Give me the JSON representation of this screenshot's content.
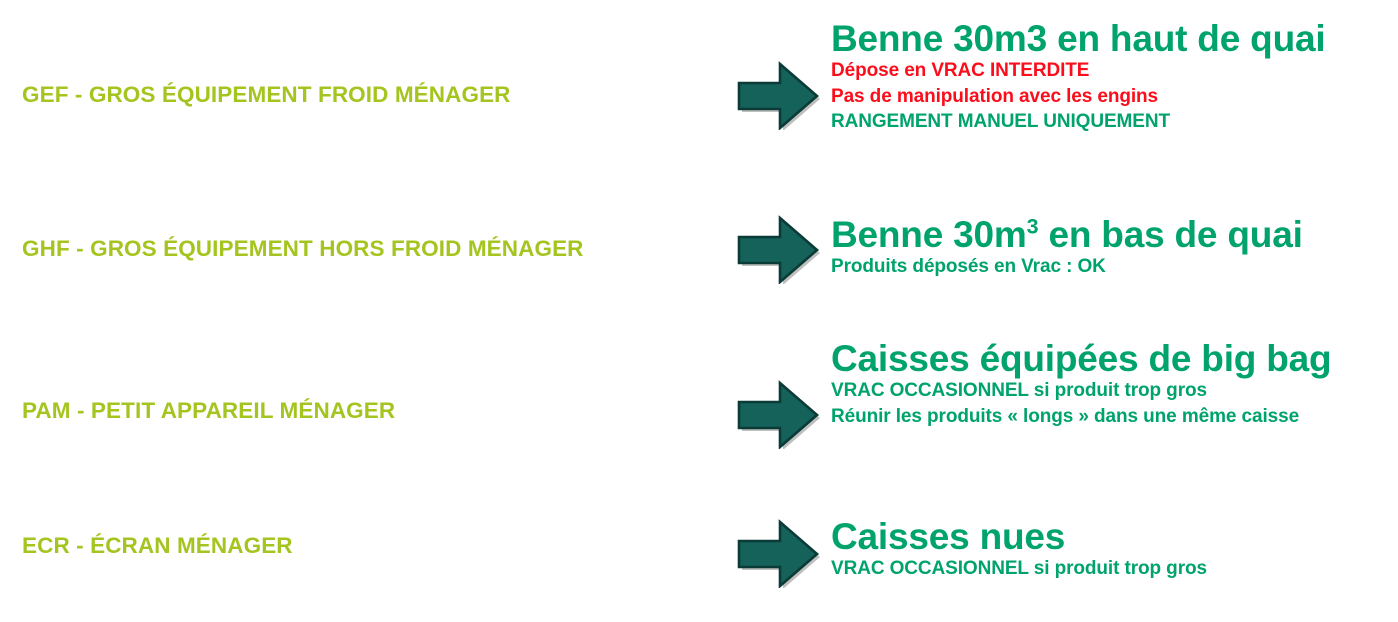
{
  "colors": {
    "category_green": "#A4C520",
    "destination_green": "#00A36C",
    "warning_red": "#FC0D1B",
    "arrow_fill": "#15625B",
    "arrow_outline": "#0B3B36",
    "background": "#FFFFFF"
  },
  "arrow_icon_name": "right-arrow-icon",
  "rows": [
    {
      "category": "GEF - GROS ÉQUIPEMENT FROID MÉNAGER",
      "destination_title": "Benne 30m3 en haut de quai",
      "destination_title_sup": "",
      "notes": [
        {
          "text": "Dépose en VRAC INTERDITE",
          "color": "red"
        },
        {
          "text": "Pas de manipulation avec les engins",
          "color": "red"
        },
        {
          "text": "RANGEMENT MANUEL UNIQUEMENT",
          "color": "green"
        }
      ]
    },
    {
      "category": "GHF - GROS ÉQUIPEMENT HORS FROID MÉNAGER",
      "destination_title": "Benne 30m",
      "destination_title_sup": "3",
      "destination_title_tail": " en bas de quai",
      "notes": [
        {
          "text": "Produits déposés en Vrac : OK",
          "color": "green"
        }
      ]
    },
    {
      "category": "PAM - PETIT APPAREIL MÉNAGER",
      "destination_title": "Caisses équipées de big bag",
      "destination_title_sup": "",
      "notes": [
        {
          "text": "VRAC OCCASIONNEL si produit trop gros",
          "color": "green"
        },
        {
          "text": "Réunir les produits « longs » dans une même caisse",
          "color": "green"
        }
      ]
    },
    {
      "category": "ECR - ÉCRAN MÉNAGER",
      "destination_title": "Caisses nues",
      "destination_title_sup": "",
      "notes": [
        {
          "text": "VRAC OCCASIONNEL si produit trop gros",
          "color": "green"
        }
      ]
    }
  ]
}
